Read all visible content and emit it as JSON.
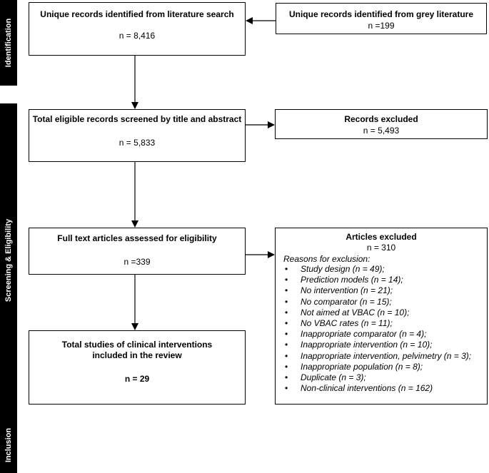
{
  "stages": {
    "identification": "Identification",
    "screening": "Screening & Eligibility",
    "inclusion": "Inclusion"
  },
  "boxes": {
    "literature": {
      "title": "Unique records identified from literature search",
      "count": "n = 8,416"
    },
    "grey": {
      "title": "Unique records identified from grey literature",
      "count": "n =199"
    },
    "screened": {
      "title": "Total eligible records screened by title and abstract",
      "count": "n = 5,833"
    },
    "excluded_records": {
      "title": "Records excluded",
      "count": "n = 5,493"
    },
    "fulltext": {
      "title": "Full text articles assessed for eligibility",
      "count": "n =339"
    },
    "articles_excluded": {
      "title": "Articles excluded",
      "count": "n = 310",
      "reasons_label": "Reasons for exclusion:",
      "reasons": [
        "Study design (n = 49);",
        "Prediction models (n = 14);",
        "No intervention (n = 21);",
        "No comparator (n = 15);",
        "Not aimed at VBAC (n = 10);",
        "No VBAC rates (n = 11);",
        "Inappropriate comparator (n = 4);",
        "Inappropriate intervention (n = 10);",
        "Inappropriate intervention, pelvimetry (n = 3);",
        "Inappropriate population (n = 8);",
        "Duplicate (n = 3);",
        "Non-clinical interventions (n = 162)"
      ]
    },
    "included": {
      "title_line1": "Total studies of clinical interventions",
      "title_line2": "included in the review",
      "count": "n = 29"
    }
  }
}
